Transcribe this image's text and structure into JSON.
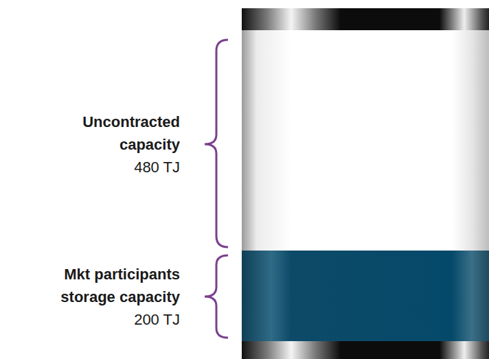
{
  "diagram": {
    "labels": [
      "Uncontracted capacity",
      "480 TJ",
      "Mkt participants storage capacity",
      "200 TJ"
    ]
  }
}
